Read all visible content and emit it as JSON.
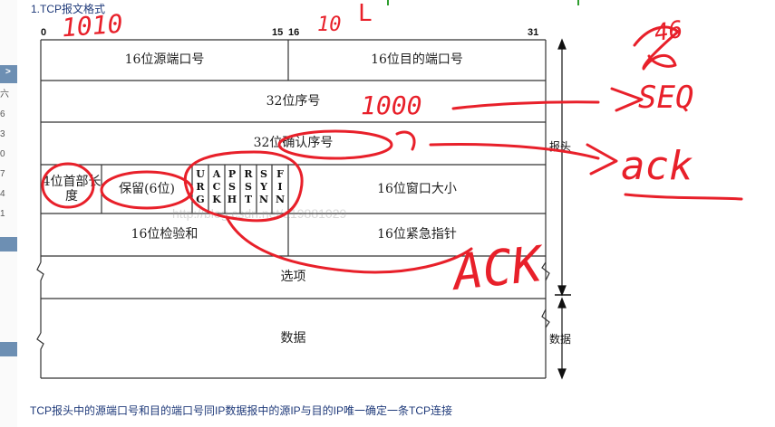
{
  "heading": "1.TCP报文格式",
  "bit_numbers": {
    "b0": "0",
    "b15": "15",
    "b16": "16",
    "b31": "31"
  },
  "fields": {
    "src_port": "16位源端口号",
    "dst_port": "16位目的端口号",
    "seq": "32位序号",
    "ack": "32位确认序号",
    "header_len": "4位首部长度",
    "reserved": "保留(6位)",
    "window": "16位窗口大小",
    "checksum": "16位检验和",
    "urgent": "16位紧急指针",
    "options": "选项",
    "data": "数据"
  },
  "flags": [
    {
      "top": "U",
      "mid": "R",
      "bot": "G"
    },
    {
      "top": "A",
      "mid": "C",
      "bot": "K"
    },
    {
      "top": "P",
      "mid": "S",
      "bot": "H"
    },
    {
      "top": "R",
      "mid": "S",
      "bot": "T"
    },
    {
      "top": "S",
      "mid": "Y",
      "bot": "N"
    },
    {
      "top": "F",
      "mid": "I",
      "bot": "N"
    }
  ],
  "side_labels": {
    "header": "报头",
    "data": "数据"
  },
  "watermark": "http://blog.csdn.net/a19881029",
  "footer": "TCP报头中的源端口号和目的端口号同IP数据报中的源IP与目的IP唯一确定一条TCP连接",
  "handwritten": {
    "seq_value": "1000",
    "seq_label": "SEQ",
    "ack_label": "ack",
    "ack_flag": "ACK",
    "top_left": "1010",
    "top_mid": "10",
    "top_right": "46"
  },
  "gutter": {
    "items": [
      "六",
      "6",
      "3",
      "0",
      "7",
      "4",
      "1"
    ],
    "arrow": ">"
  },
  "colors": {
    "annotation": "#e8202a",
    "heading": "#1f3a7a",
    "gutter_button": "#6d8fb3"
  }
}
